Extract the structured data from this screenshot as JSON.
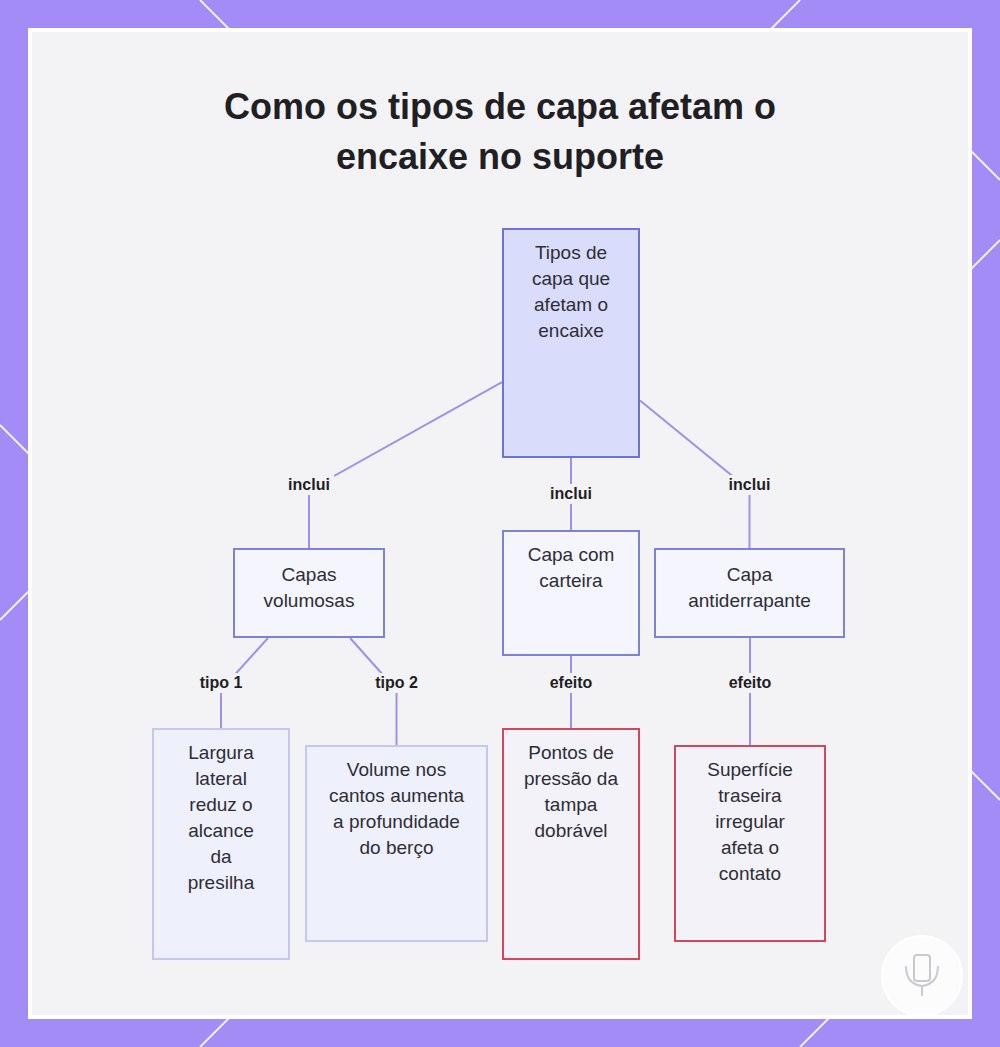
{
  "diagram": {
    "title": "Como os tipos de capa afetam o encaixe no suporte",
    "nodes": [
      {
        "text": [
          "Tipos de capa que afetam o encaixe"
        ]
      },
      {
        "text": [
          "Capas volumosas"
        ]
      },
      {
        "text": [
          "Capa com carteira"
        ]
      },
      {
        "text": [
          "Capa antiderrapante"
        ]
      },
      {
        "text": [
          "Largura lateral reduz o alcance da presilha"
        ]
      },
      {
        "text": [
          "Volume nos cantos aumenta a profundidade do berço"
        ]
      },
      {
        "text": [
          "Pontos de pressão da tampa dobrável"
        ]
      },
      {
        "text": [
          "Superfície traseira irregular afeta o contato"
        ]
      }
    ],
    "edges": [
      {
        "from": 0,
        "to": 1,
        "label": "inclui",
        "arrow": "none"
      },
      {
        "from": 0,
        "to": 2,
        "label": "inclui",
        "arrow": "none"
      },
      {
        "from": 0,
        "to": 3,
        "label": "inclui",
        "arrow": "none"
      },
      {
        "from": 1,
        "to": 4,
        "label": "tipo 1",
        "arrow": "none"
      },
      {
        "from": 1,
        "to": 5,
        "label": "tipo 2",
        "arrow": "none"
      },
      {
        "from": 2,
        "to": 6,
        "label": "efeito",
        "arrow": "none"
      },
      {
        "from": 3,
        "to": 7,
        "label": "efeito",
        "arrow": "none"
      }
    ]
  }
}
